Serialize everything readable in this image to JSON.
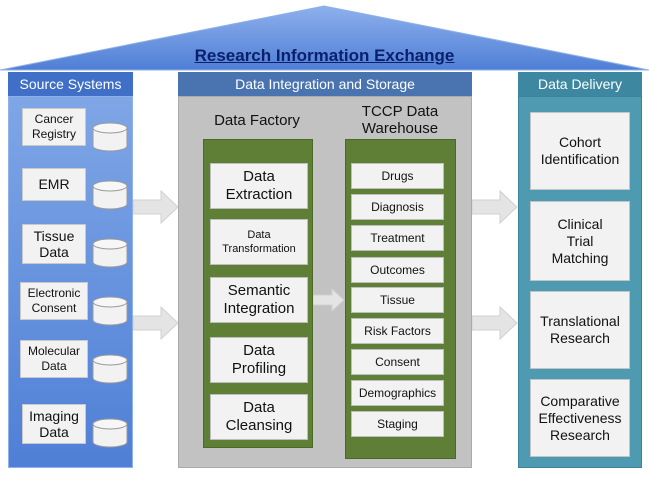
{
  "roof": {
    "title": "Research Information Exchange"
  },
  "source_systems": {
    "header": "Source Systems",
    "items": [
      {
        "line1": "Cancer",
        "line2": "Registry"
      },
      {
        "line1": "EMR",
        "line2": ""
      },
      {
        "line1": "Tissue",
        "line2": "Data"
      },
      {
        "line1": "Electronic",
        "line2": "Consent"
      },
      {
        "line1": "Molecular",
        "line2": "Data"
      },
      {
        "line1": "Imaging",
        "line2": "Data"
      }
    ]
  },
  "integration": {
    "header": "Data Integration and Storage",
    "factory": {
      "title": "Data Factory",
      "steps": [
        {
          "line1": "Data",
          "line2": "Extraction"
        },
        {
          "line1": "Data",
          "line2": "Transformation"
        },
        {
          "line1": "Semantic",
          "line2": "Integration"
        },
        {
          "line1": "Data",
          "line2": "Profiling"
        },
        {
          "line1": "Data",
          "line2": "Cleansing"
        }
      ]
    },
    "warehouse": {
      "title_line1": "TCCP Data",
      "title_line2": "Warehouse",
      "items": [
        "Drugs",
        "Diagnosis",
        "Treatment",
        "Outcomes",
        "Tissue",
        "Risk Factors",
        "Consent",
        "Demographics",
        "Staging"
      ]
    }
  },
  "delivery": {
    "header": "Data Delivery",
    "items": [
      {
        "line1": "Cohort",
        "line2": "Identification",
        "line3": ""
      },
      {
        "line1": "Clinical",
        "line2": "Trial",
        "line3": "Matching"
      },
      {
        "line1": "Translational",
        "line2": "Research",
        "line3": ""
      },
      {
        "line1": "Comparative",
        "line2": "Effectiveness",
        "line3": "Research"
      }
    ]
  },
  "colors": {
    "roof": "#5b86d9",
    "source_header": "#3f6fc6",
    "integration_header": "#4a74b0",
    "delivery_header": "#3d87a0",
    "factory_green": "#5f7f37",
    "title_navy": "#0b1f6b"
  }
}
